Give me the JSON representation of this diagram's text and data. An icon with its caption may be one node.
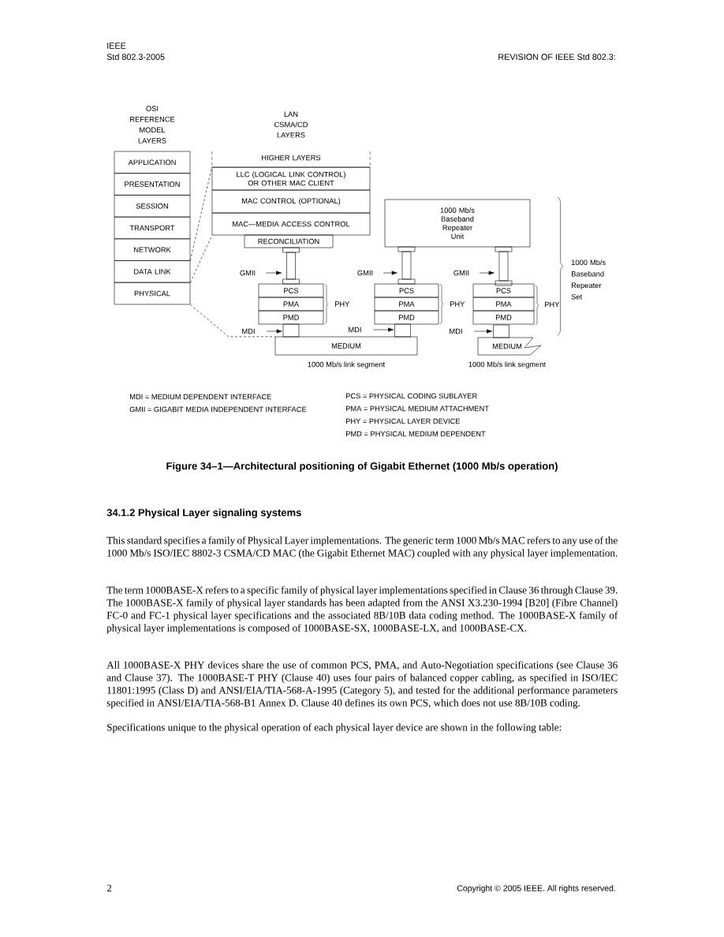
{
  "diagram": {
    "caption": "Figure 34–1—Architectural positioning of Gigabit Ethernet (1000 Mb/s operation)",
    "nodes": [
      {
        "text": [
          "APPLICATION"
        ]
      },
      {
        "text": [
          "PRESENTATION"
        ]
      },
      {
        "text": [
          "SESSION"
        ]
      },
      {
        "text": [
          "TRANSPORT"
        ]
      },
      {
        "text": [
          "NETWORK"
        ]
      },
      {
        "text": [
          "DATA LINK"
        ]
      },
      {
        "text": [
          "PHYSICAL"
        ]
      },
      {
        "text": [
          "HIGHER LAYERS"
        ]
      },
      {
        "text": [
          "LLC (LOGICAL LINK CONTROL) OR OTHER MAC CLIENT"
        ]
      },
      {
        "text": [
          "MAC CONTROL (OPTIONAL)"
        ]
      },
      {
        "text": [
          "MAC—MEDIA ACCESS CONTROL"
        ]
      },
      {
        "text": [
          "RECONCILIATION"
        ]
      },
      {
        "text": [
          "PCS"
        ]
      },
      {
        "text": [
          "PMA"
        ]
      },
      {
        "text": [
          "PMD"
        ]
      },
      {
        "text": [
          "MEDIUM"
        ],
        "beside": [
          "1000 Mb/s link segment"
        ]
      },
      {
        "text": [
          "1000 Mb/s Baseband Repeater Unit"
        ]
      },
      {
        "text": [
          "PCS"
        ]
      },
      {
        "text": [
          "PMA"
        ]
      },
      {
        "text": [
          "PMD"
        ]
      },
      {
        "text": [
          "PCS"
        ]
      },
      {
        "text": [
          "PMA"
        ]
      },
      {
        "text": [
          "PMD"
        ]
      },
      {
        "text": [
          "MEDIUM"
        ],
        "beside": [
          "1000 Mb/s link segment"
        ]
      },
      {
        "text": [
          "GMII"
        ]
      },
      {
        "text": [
          "GMII"
        ]
      },
      {
        "text": [
          "GMII"
        ]
      },
      {
        "text": [
          "MDI"
        ]
      },
      {
        "text": [
          "MDI"
        ]
      },
      {
        "text": [
          "MDI"
        ]
      },
      {
        "text": [],
        "shape": "bar"
      },
      {
        "text": [],
        "shape": "bar"
      },
      {
        "text": [],
        "shape": "bar"
      },
      {
        "text": [],
        "shape": "bar"
      },
      {
        "text": [],
        "shape": "bar"
      },
      {
        "text": [],
        "shape": "bar"
      }
    ],
    "edges": [
      {
        "from": 5,
        "to": 8,
        "arrow": "none",
        "style": "dashed"
      },
      {
        "from": 5,
        "to": 10,
        "arrow": "none",
        "style": "dashed"
      },
      {
        "from": 6,
        "to": 15,
        "arrow": "none",
        "style": "dashed"
      },
      {
        "from": 24,
        "to": 30,
        "arrow": "to"
      },
      {
        "from": 25,
        "to": 31,
        "arrow": "to"
      },
      {
        "from": 26,
        "to": 32,
        "arrow": "to"
      },
      {
        "from": 27,
        "to": 33,
        "arrow": "to"
      },
      {
        "from": 28,
        "to": 34,
        "arrow": "to"
      },
      {
        "from": 29,
        "to": 35,
        "arrow": "to"
      }
    ],
    "labels": [
      "IEEE",
      "Std 802.3-2005",
      "REVISION OF IEEE Std 802.3:",
      "OSI REFERENCE MODEL LAYERS",
      "LAN CSMA/CD LAYERS",
      "1000 Mb/s Baseband Repeater Set",
      "PHY",
      "PHY",
      "PHY",
      "MDI = MEDIUM DEPENDENT INTERFACE",
      "GMII = GIGABIT MEDIA INDEPENDENT INTERFACE",
      "PCS = PHYSICAL CODING SUBLAYER",
      "PMA = PHYSICAL MEDIUM ATTACHMENT",
      "PHY = PHYSICAL LAYER DEVICE",
      "PMD = PHYSICAL MEDIUM DEPENDENT",
      "34.1.2 Physical Layer signaling systems",
      "This standard specifies a family of Physical Layer implementations. The generic term 1000 Mb/s MAC refers to any use of the 1000 Mb/s ISO/IEC 8802-3 CSMA/CD MAC (the Gigabit Ethernet MAC) coupled with any physical layer implementation.",
      "The term 1000BASE-X refers to a specific family of physical layer implementations specified in Clause 36 through Clause 39. The 1000BASE-X family of physical layer standards has been adapted from the ANSI X3.230-1994 [B20] (Fibre Channel) FC-0 and FC-1 physical layer specifications and the associated 8B/10B data coding method. The 1000BASE-X family of physical layer implementations is composed of 1000BASE-SX, 1000BASE-LX, and 1000BASE-CX.",
      "All 1000BASE-X PHY devices share the use of common PCS, PMA, and Auto-Negotiation specifications (see Clause 36 and Clause 37). The 1000BASE-T PHY (Clause 40) uses four pairs of balanced copper cabling, as specified in ISO/IEC 11801:1995 (Class D) and ANSI/EIA/TIA-568-A-1995 (Category 5), and tested for the additional performance parameters specified in ANSI/EIA/TIA-568-B1 Annex D. Clause 40 defines its own PCS, which does not use 8B/10B coding.",
      "Specifications unique to the physical operation of each physical layer device are shown in the following table:",
      "2",
      "Copyright © 2005 IEEE. All rights reserved."
    ]
  }
}
